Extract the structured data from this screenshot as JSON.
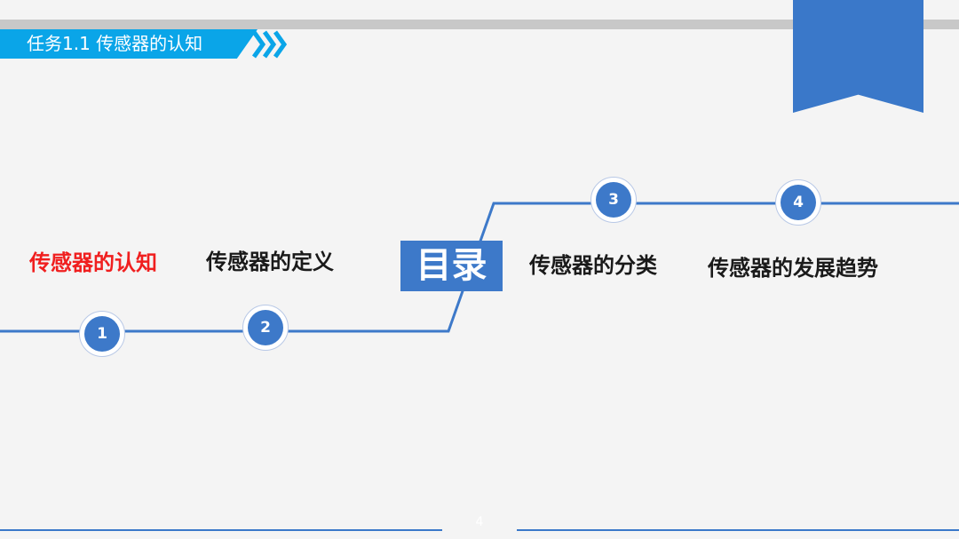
{
  "header": {
    "title": "任务1.1  传感器的认知"
  },
  "toc": {
    "center_label": "目录",
    "items": [
      {
        "number": "1",
        "label": "传感器的认知",
        "active": true
      },
      {
        "number": "2",
        "label": "传感器的定义",
        "active": false
      },
      {
        "number": "3",
        "label": "传感器的分类",
        "active": false
      },
      {
        "number": "4",
        "label": "传感器的发展趋势",
        "active": false
      }
    ]
  },
  "footer": {
    "page_number": "4"
  },
  "colors": {
    "accent_blue": "#3d79c9",
    "banner_cyan": "#0aa5e8",
    "active_red": "#f01f1f"
  }
}
